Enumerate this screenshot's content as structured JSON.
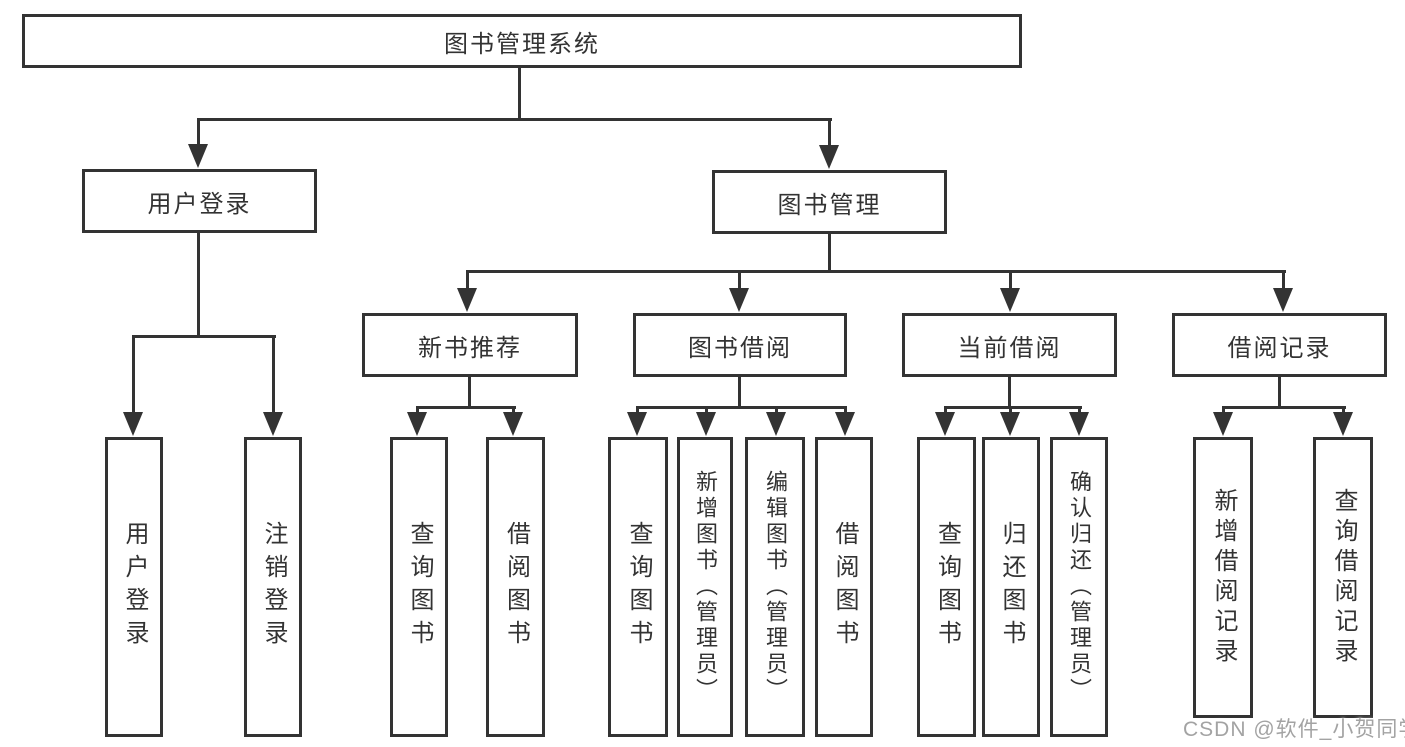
{
  "diagram": {
    "root": {
      "label": "图书管理系统"
    },
    "branches": {
      "user_login": {
        "label": "用户登录",
        "children": [
          {
            "label": "用户登录"
          },
          {
            "label": "注销登录"
          }
        ]
      },
      "book_management": {
        "label": "图书管理",
        "categories": [
          {
            "label": "新书推荐",
            "children": [
              {
                "label": "查询图书"
              },
              {
                "label": "借阅图书"
              }
            ]
          },
          {
            "label": "图书借阅",
            "children": [
              {
                "label": "查询图书"
              },
              {
                "label": "新增图书（管理员）"
              },
              {
                "label": "编辑图书（管理员）"
              },
              {
                "label": "借阅图书"
              }
            ]
          },
          {
            "label": "当前借阅",
            "children": [
              {
                "label": "查询图书"
              },
              {
                "label": "归还图书"
              },
              {
                "label": "确认归还（管理员）"
              }
            ]
          },
          {
            "label": "借阅记录",
            "children": [
              {
                "label": "新增借阅记录"
              },
              {
                "label": "查询借阅记录"
              }
            ]
          }
        ]
      }
    },
    "watermark": "CSDN @软件_小贺同学"
  },
  "colors": {
    "line": "#333333",
    "text": "#333333",
    "background": "#ffffff",
    "watermark": "#a3a3a3"
  }
}
